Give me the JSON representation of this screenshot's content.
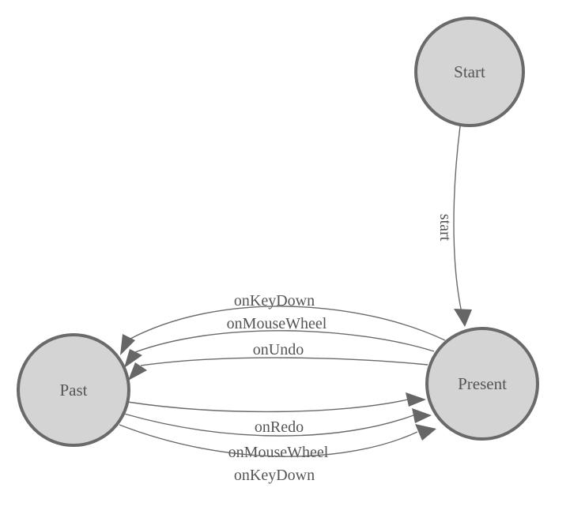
{
  "diagram": {
    "type": "state-machine",
    "colors": {
      "background": "#ffffff",
      "node_fill": "#d4d4d4",
      "node_border": "#6a6a6a",
      "edge_line": "#6a6a6a",
      "arrowhead": "#666666",
      "text": "#555555"
    },
    "nodes": [
      {
        "id": "start",
        "label": "Start"
      },
      {
        "id": "present",
        "label": "Present"
      },
      {
        "id": "past",
        "label": "Past"
      }
    ],
    "edges": [
      {
        "from": "Start",
        "to": "Present",
        "label": "start"
      },
      {
        "from": "Present",
        "to": "Past",
        "label": "onKeyDown"
      },
      {
        "from": "Present",
        "to": "Past",
        "label": "onMouseWheel"
      },
      {
        "from": "Present",
        "to": "Past",
        "label": "onUndo"
      },
      {
        "from": "Past",
        "to": "Present",
        "label": "onRedo"
      },
      {
        "from": "Past",
        "to": "Present",
        "label": "onMouseWheel"
      },
      {
        "from": "Past",
        "to": "Present",
        "label": "onKeyDown"
      }
    ]
  }
}
